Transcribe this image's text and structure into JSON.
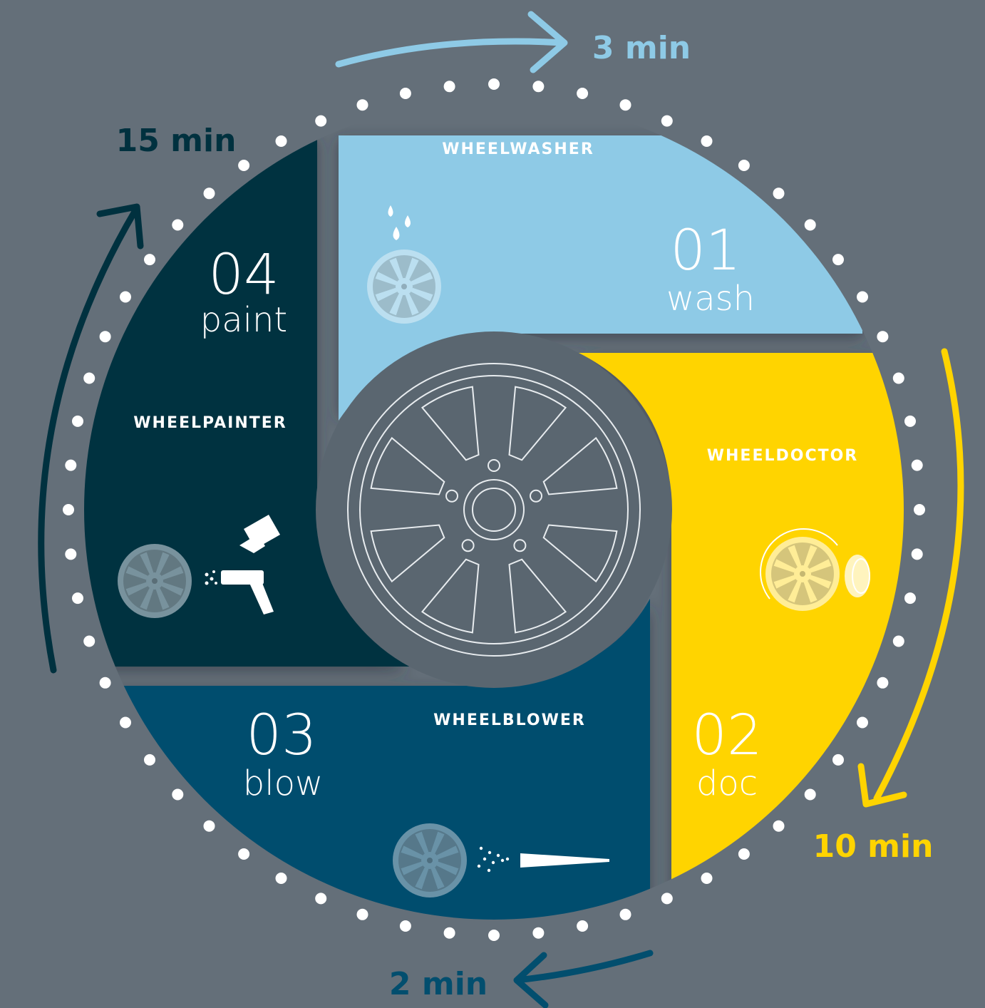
{
  "colors": {
    "background": "#646f79",
    "wash": "#8ecae6",
    "doc": "#ffd400",
    "blow": "#024e6e",
    "paint": "#00313f",
    "hub": "#5a6670",
    "dot": "#ffffff"
  },
  "steps": [
    {
      "id": "wash",
      "number": "01",
      "label": "wash",
      "brand": "WHEELWASHER",
      "time": "3 min",
      "icon": "water-drops-wheel-icon"
    },
    {
      "id": "doc",
      "number": "02",
      "label": "doc",
      "brand": "WHEELDOCTOR",
      "time": "10 min",
      "icon": "rotating-wheel-tape-icon"
    },
    {
      "id": "blow",
      "number": "03",
      "label": "blow",
      "brand": "WHEELBLOWER",
      "time": "2 min",
      "icon": "air-nozzle-wheel-icon"
    },
    {
      "id": "paint",
      "number": "04",
      "label": "paint",
      "brand": "WHEELPAINTER",
      "time": "15 min",
      "icon": "spray-gun-wheel-icon"
    }
  ],
  "center": {
    "icon": "alloy-wheel-icon"
  }
}
